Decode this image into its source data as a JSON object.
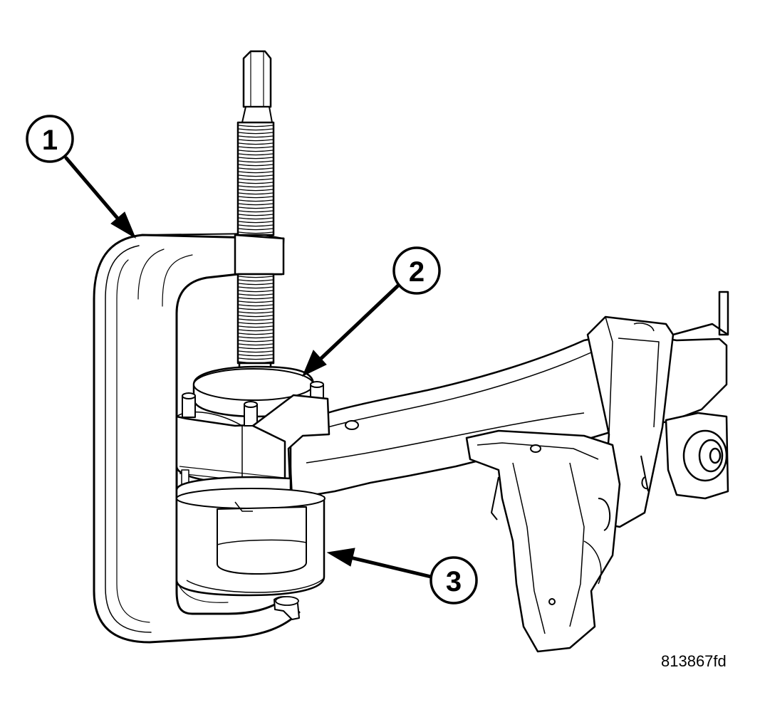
{
  "callouts": [
    {
      "label": "1"
    },
    {
      "label": "2"
    },
    {
      "label": "3"
    }
  ],
  "figure_id": "813867fd",
  "colors": {
    "line": "#000000",
    "background": "#ffffff"
  }
}
